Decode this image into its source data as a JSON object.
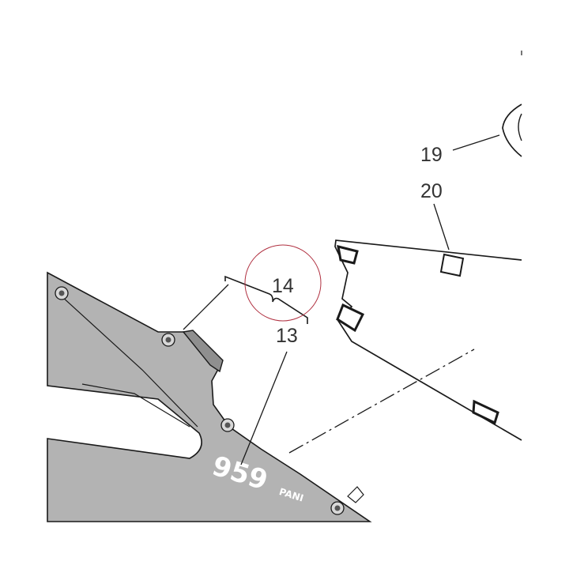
{
  "diagram": {
    "callouts": [
      {
        "id": "13",
        "label": "13"
      },
      {
        "id": "14",
        "label": "14"
      },
      {
        "id": "19",
        "label": "19"
      },
      {
        "id": "20",
        "label": "20"
      }
    ],
    "fairing_logo": {
      "model": "959",
      "brand_fragment": "PANI"
    },
    "colors": {
      "fairing_fill": "#b3b3b3",
      "line": "#1a1a1a",
      "highlight_circle": "#b03040",
      "background": "#ffffff"
    }
  }
}
